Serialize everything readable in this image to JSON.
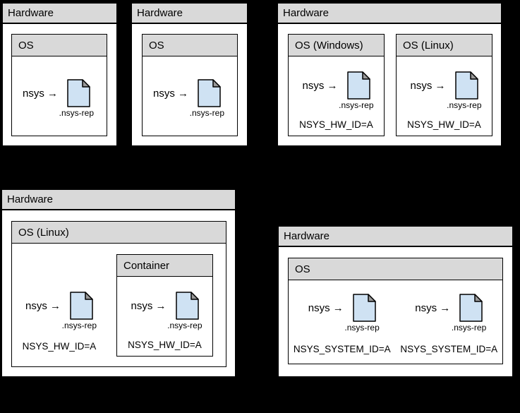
{
  "palette": {
    "background": "#000000",
    "box_bg": "#ffffff",
    "header_bg": "#d9d9d9",
    "border": "#000000",
    "file_fill": "#cfe2f3",
    "file_fold": "#999999"
  },
  "icons": {
    "file": "nsys-rep-file-icon"
  },
  "diagrams": {
    "top_left": {
      "hardware": "Hardware",
      "os": {
        "label": "OS",
        "nsys": "nsys →",
        "file": ".nsys-rep"
      }
    },
    "top_middle": {
      "hardware": "Hardware",
      "os": {
        "label": "OS",
        "nsys": "nsys →",
        "file": ".nsys-rep"
      }
    },
    "top_right": {
      "hardware": "Hardware",
      "os_windows": {
        "label": "OS (Windows)",
        "nsys": "nsys →",
        "file": ".nsys-rep",
        "env": "NSYS_HW_ID=A"
      },
      "os_linux": {
        "label": "OS (Linux)",
        "nsys": "nsys →",
        "file": ".nsys-rep",
        "env": "NSYS_HW_ID=A"
      }
    },
    "bottom_left": {
      "hardware": "Hardware",
      "os": {
        "label": "OS (Linux)",
        "host": {
          "nsys": "nsys →",
          "file": ".nsys-rep",
          "env": "NSYS_HW_ID=A"
        },
        "container": {
          "label": "Container",
          "nsys": "nsys →",
          "file": ".nsys-rep",
          "env": "NSYS_HW_ID=A"
        }
      }
    },
    "bottom_right": {
      "hardware": "Hardware",
      "os": {
        "label": "OS",
        "instances": [
          {
            "nsys": "nsys →",
            "file": ".nsys-rep",
            "env": "NSYS_SYSTEM_ID=A"
          },
          {
            "nsys": "nsys →",
            "file": ".nsys-rep",
            "env": "NSYS_SYSTEM_ID=A"
          }
        ]
      }
    }
  }
}
